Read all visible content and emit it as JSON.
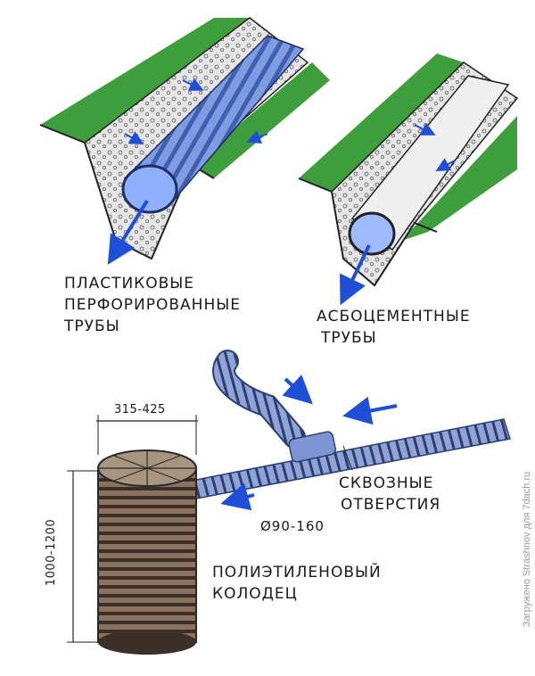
{
  "labels": {
    "plastic_line1": "ПЛАСТИКОВЫЕ",
    "plastic_line2": "ПЕРФОРИРОВАННЫЕ",
    "plastic_line3": "ТРУБЫ",
    "asbestos_line1": "АСБОЦЕМЕНТНЫЕ",
    "asbestos_line2": "ТРУБЫ",
    "holes_line1": "СКВОЗНЫЕ",
    "holes_line2": "ОТВЕРСТИЯ",
    "pipe_diameter": "Ø90-160",
    "well_line1": "ПОЛИЭТИЛЕНОВЫЙ",
    "well_line2": "КОЛОДЕЦ",
    "well_width": "315-425",
    "well_height": "1000-1200"
  },
  "watermark": "Загружено Strashnov для 7dach.ru",
  "colors": {
    "grass": "#3f9e3c",
    "water_arrow": "#1f4fd6",
    "pipe_blue": "#6f8fd8",
    "well_brown": "#8a6f55",
    "gravel": "#cfcfcf",
    "ink": "#1a1a1a"
  }
}
